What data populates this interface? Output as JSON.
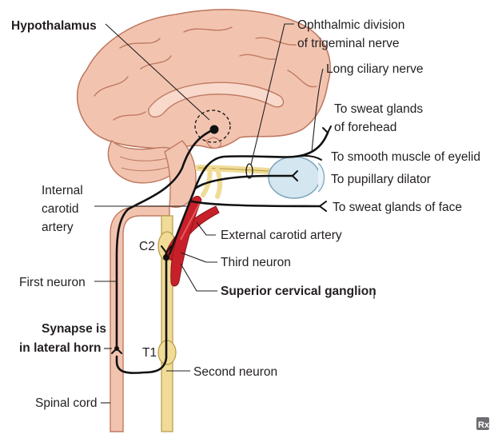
{
  "labels": {
    "hypothalamus": "Hypothalamus",
    "ophthalmic_line1": "Ophthalmic division",
    "ophthalmic_line2": "of trigeminal nerve",
    "long_ciliary": "Long ciliary nerve",
    "sweat_forehead_line1": "To sweat glands",
    "sweat_forehead_line2": "of forehead",
    "smooth_muscle": "To smooth muscle of eyelid",
    "pupillary_dilator": "To pupillary dilator",
    "internal_carotid_line1": "Internal",
    "internal_carotid_line2": "carotid",
    "internal_carotid_line3": "artery",
    "sweat_face": "To sweat glands of face",
    "external_carotid": "External carotid artery",
    "c2": "C2",
    "third_neuron": "Third neuron",
    "first_neuron": "First neuron",
    "superior_cervical_ganglion": "Superior cervical ganglion",
    "synapse_line1": "Synapse is",
    "synapse_line2": "in lateral horn",
    "t1": "T1",
    "second_neuron": "Second neuron",
    "spinal_cord": "Spinal cord",
    "logo": "Rx"
  },
  "colors": {
    "brain_fill": "#f2c4b0",
    "brain_stroke": "#c07a62",
    "sympathetic_chain": "#f0dc96",
    "artery_red": "#c8202a",
    "artery_dark": "#8e1518",
    "eye_fill": "#d4e6f0",
    "nerve_line": "#111111"
  }
}
